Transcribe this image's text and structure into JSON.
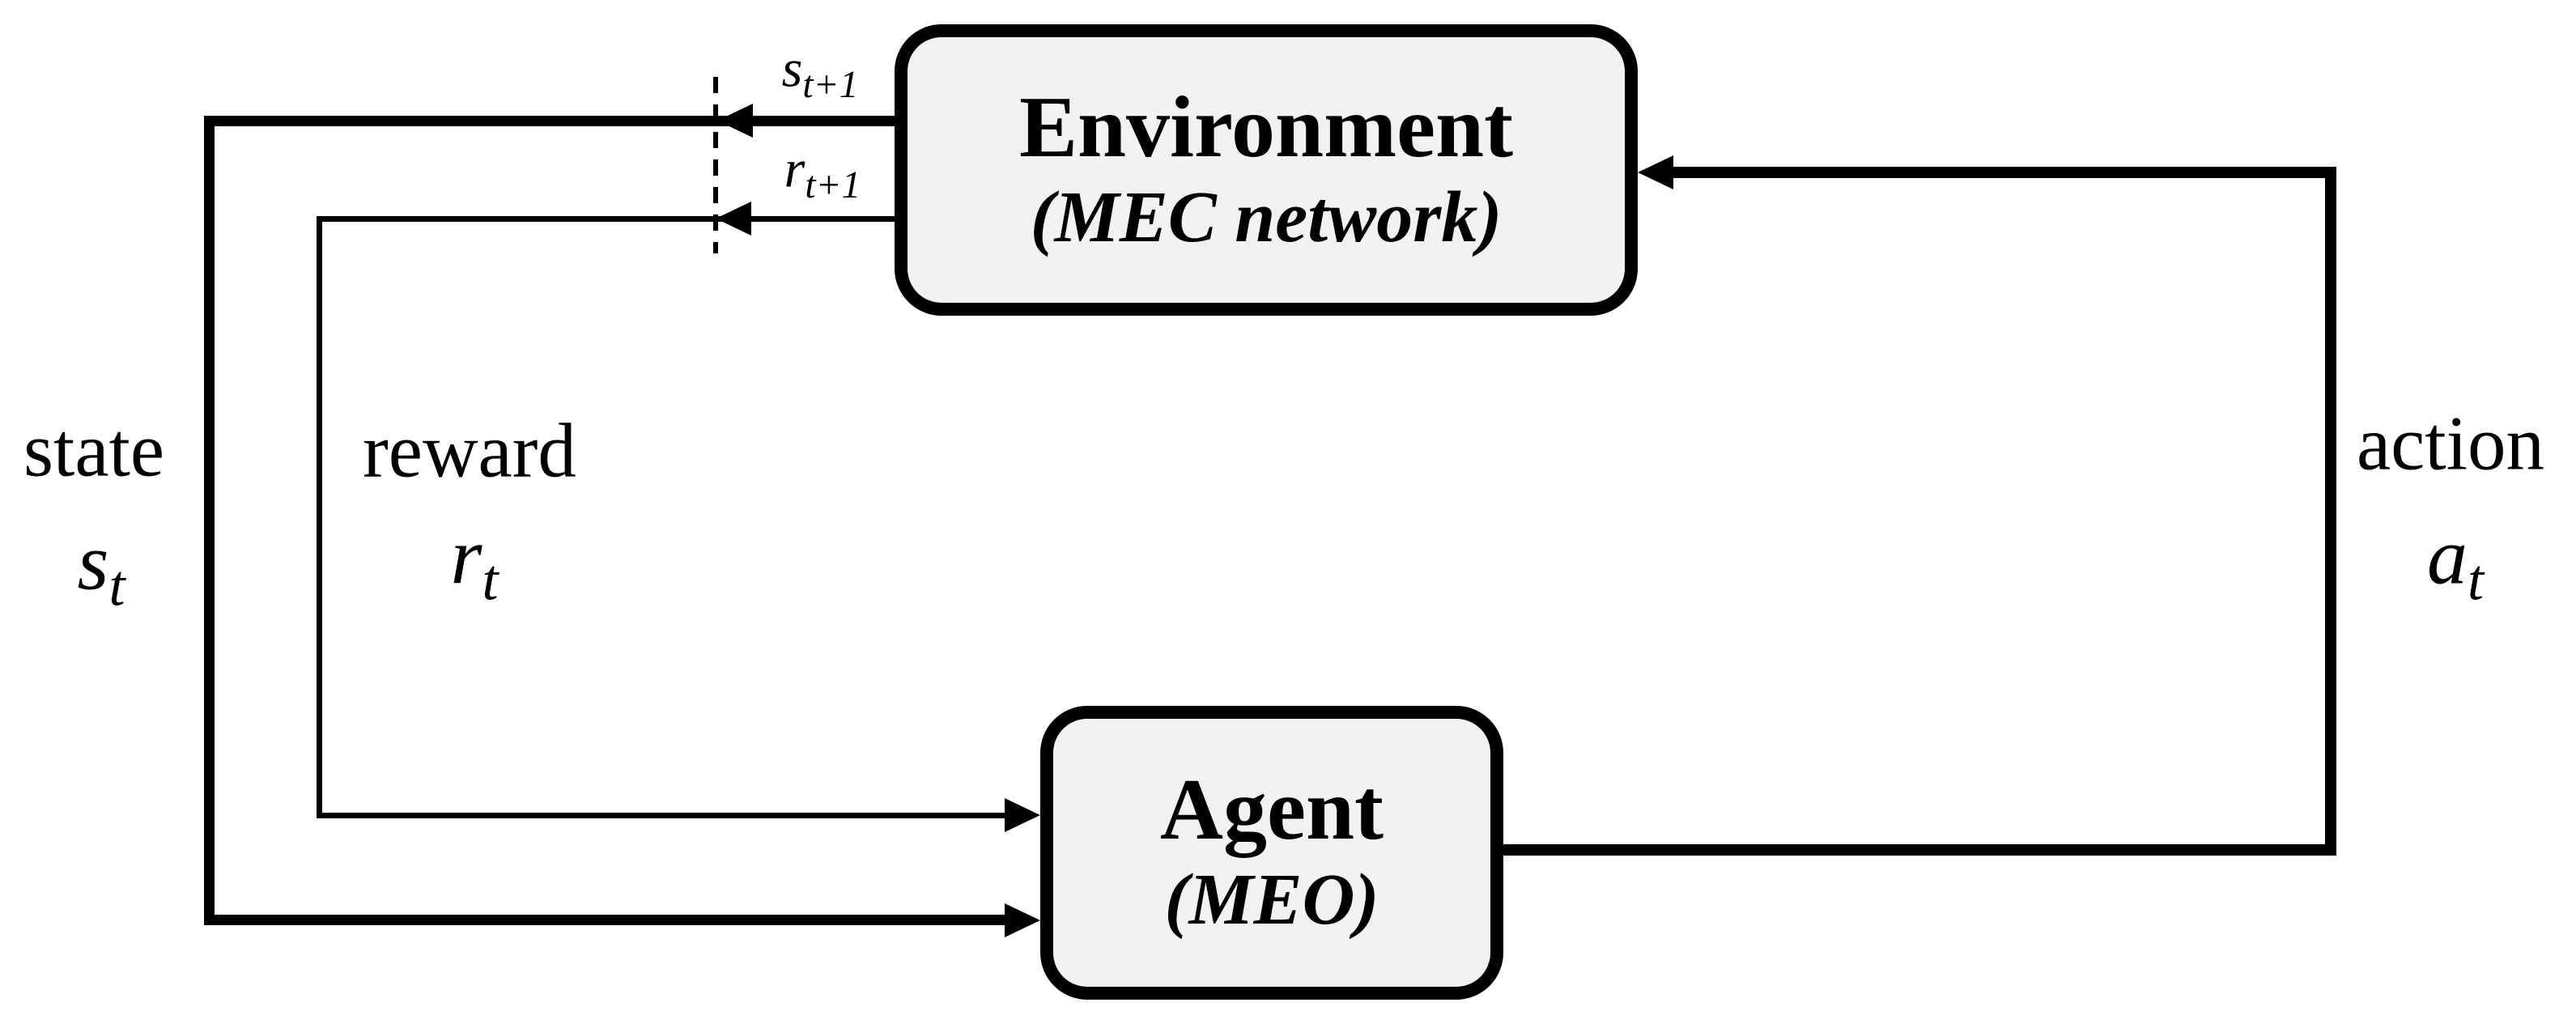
{
  "figure": {
    "background": "#ffffff",
    "line_color": "#000000",
    "box_fill": "#f2f2f2"
  },
  "environment": {
    "title": "Environment",
    "subtitle": "(MEC network)"
  },
  "agent": {
    "title": "Agent",
    "subtitle": "(MEO)"
  },
  "flows": {
    "next_state": {
      "base": "s",
      "sub": "t+1"
    },
    "next_reward": {
      "base": "r",
      "sub": "t+1"
    },
    "state": {
      "word": "state",
      "base": "s",
      "sub": "t"
    },
    "reward": {
      "word": "reward",
      "base": "r",
      "sub": "t"
    },
    "action": {
      "word": "action",
      "base": "a",
      "sub": "t"
    }
  }
}
